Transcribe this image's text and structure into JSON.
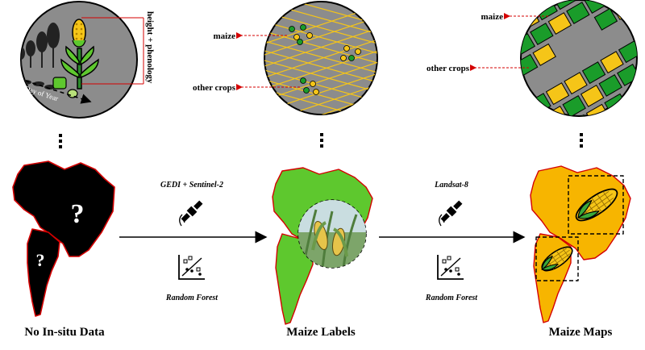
{
  "panels": {
    "left": {
      "caption": "No In-situ Data",
      "vertical_label": "height + phenology",
      "axis_label": "Day of Year",
      "question_mark": "?"
    },
    "middle": {
      "caption": "Maize Labels",
      "callout_maize": "maize",
      "callout_other": "other crops"
    },
    "right": {
      "caption": "Maize Maps",
      "callout_maize": "maize",
      "callout_other": "other crops"
    }
  },
  "arrows": {
    "first": {
      "top_label": "GEDI + Sentinel-2",
      "bottom_label": "Random Forest"
    },
    "second": {
      "top_label": "Landsat-8",
      "bottom_label": "Random Forest"
    }
  },
  "colors": {
    "circle_gray": "#8c8c8c",
    "maize_yellow": "#f5c518",
    "crop_green": "#1a9c2a",
    "map_black": "#000000",
    "map_green": "#5ec82e",
    "map_yellow": "#f7b500",
    "border_red": "#d40000"
  }
}
